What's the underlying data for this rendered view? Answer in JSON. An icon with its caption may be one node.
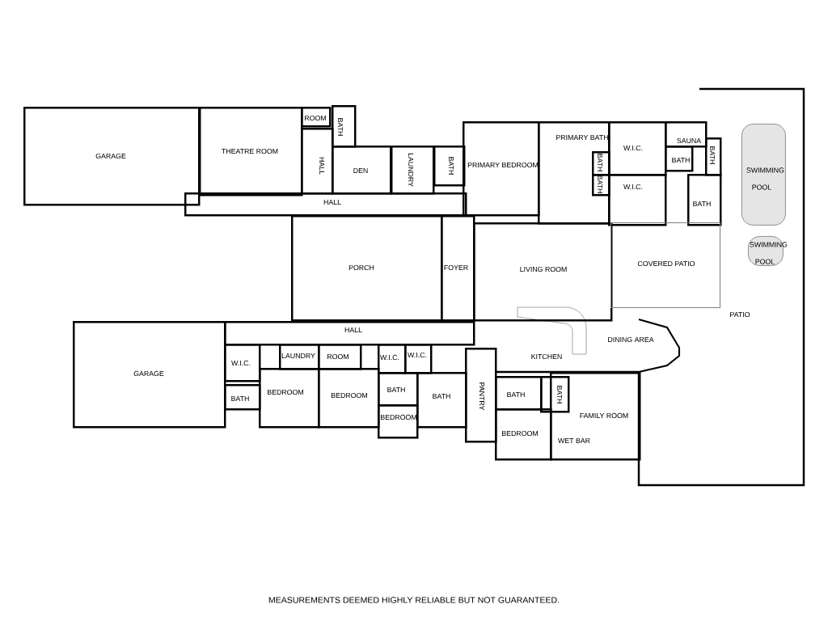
{
  "diagram": {
    "nodes": [
      {
        "text": [
          "GARAGE"
        ]
      },
      {
        "text": [
          "THEATRE ROOM"
        ]
      },
      {
        "text": [
          "ROOM"
        ]
      },
      {
        "text": [
          "BATH"
        ]
      },
      {
        "text": [
          "HALL"
        ]
      },
      {
        "text": [
          "DEN"
        ]
      },
      {
        "text": [
          "LAUNDRY"
        ]
      },
      {
        "text": [
          "BATH"
        ]
      },
      {
        "text": [
          "HALL"
        ]
      },
      {
        "text": [
          "PRIMARY BEDROOM"
        ]
      },
      {
        "text": [
          "PRIMARY BATH"
        ]
      },
      {
        "text": [
          "BATH"
        ],
        "in": 10
      },
      {
        "text": [
          "BATH"
        ],
        "in": 10
      },
      {
        "text": [
          "W.I.C."
        ]
      },
      {
        "text": [
          "W.I.C."
        ]
      },
      {
        "text": [
          "SAUNA"
        ]
      },
      {
        "text": [
          "BATH"
        ]
      },
      {
        "text": [
          "BATH"
        ]
      },
      {
        "text": [
          "BATH"
        ]
      },
      {
        "text": [
          "PATIO"
        ]
      },
      {
        "text": [
          "SWIMMING POOL"
        ]
      },
      {
        "text": [
          "SWIMMING POOL"
        ]
      },
      {
        "text": [
          "PORCH"
        ]
      },
      {
        "text": [
          "FOYER"
        ]
      },
      {
        "text": [
          "LIVING ROOM"
        ]
      },
      {
        "text": [
          "COVERED PATIO"
        ]
      },
      {
        "text": [
          "HALL"
        ]
      },
      {
        "text": [
          "GARAGE"
        ]
      },
      {
        "text": [
          "W.I.C."
        ]
      },
      {
        "text": [
          "LAUNDRY"
        ]
      },
      {
        "text": [
          "ROOM"
        ]
      },
      {
        "text": [
          "W.I.C."
        ]
      },
      {
        "text": [
          "W.I.C."
        ]
      },
      {
        "text": [
          "KITCHEN"
        ]
      },
      {
        "text": [
          "DINING AREA"
        ]
      },
      {
        "text": [
          "BATH"
        ]
      },
      {
        "text": [
          "BEDROOM"
        ]
      },
      {
        "text": [
          "BEDROOM"
        ]
      },
      {
        "text": [
          "BATH"
        ]
      },
      {
        "text": [
          "BEDROOM"
        ]
      },
      {
        "text": [
          "BATH"
        ]
      },
      {
        "text": [
          "PANTRY"
        ]
      },
      {
        "text": [
          "BATH"
        ]
      },
      {
        "text": [
          "BATH"
        ]
      },
      {
        "text": [
          "BEDROOM"
        ]
      },
      {
        "text": [
          "FAMILY ROOM"
        ]
      }
    ],
    "labels": [
      "WET BAR",
      "MEASUREMENTS DEEMED HIGHLY RELIABLE BUT NOT GUARANTEED."
    ]
  }
}
